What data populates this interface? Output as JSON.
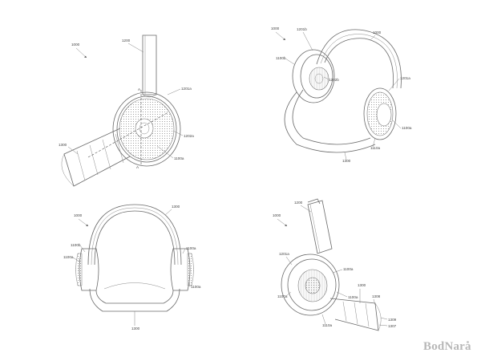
{
  "figures": {
    "fig_top_left": {
      "ref": "1000",
      "labels": [
        "1200",
        "1201a",
        "1202a",
        "1100a",
        "1300",
        "A",
        "A"
      ]
    },
    "fig_top_right": {
      "ref": "1000",
      "labels": [
        "1201b",
        "1100b",
        "1202b",
        "1000",
        "1201a",
        "1100a",
        "1110a",
        "1300"
      ]
    },
    "fig_bottom_left": {
      "ref": "1000",
      "labels": [
        "1300",
        "1100b",
        "1100a",
        "1100a",
        "1100a",
        "1300"
      ]
    },
    "fig_bottom_right": {
      "ref": "1000",
      "labels": [
        "1200",
        "1201a",
        "1100a",
        "1100a",
        "1100a",
        "1110a",
        "1300",
        "1308",
        "1309",
        "1307"
      ]
    }
  },
  "watermark": "BodNara"
}
